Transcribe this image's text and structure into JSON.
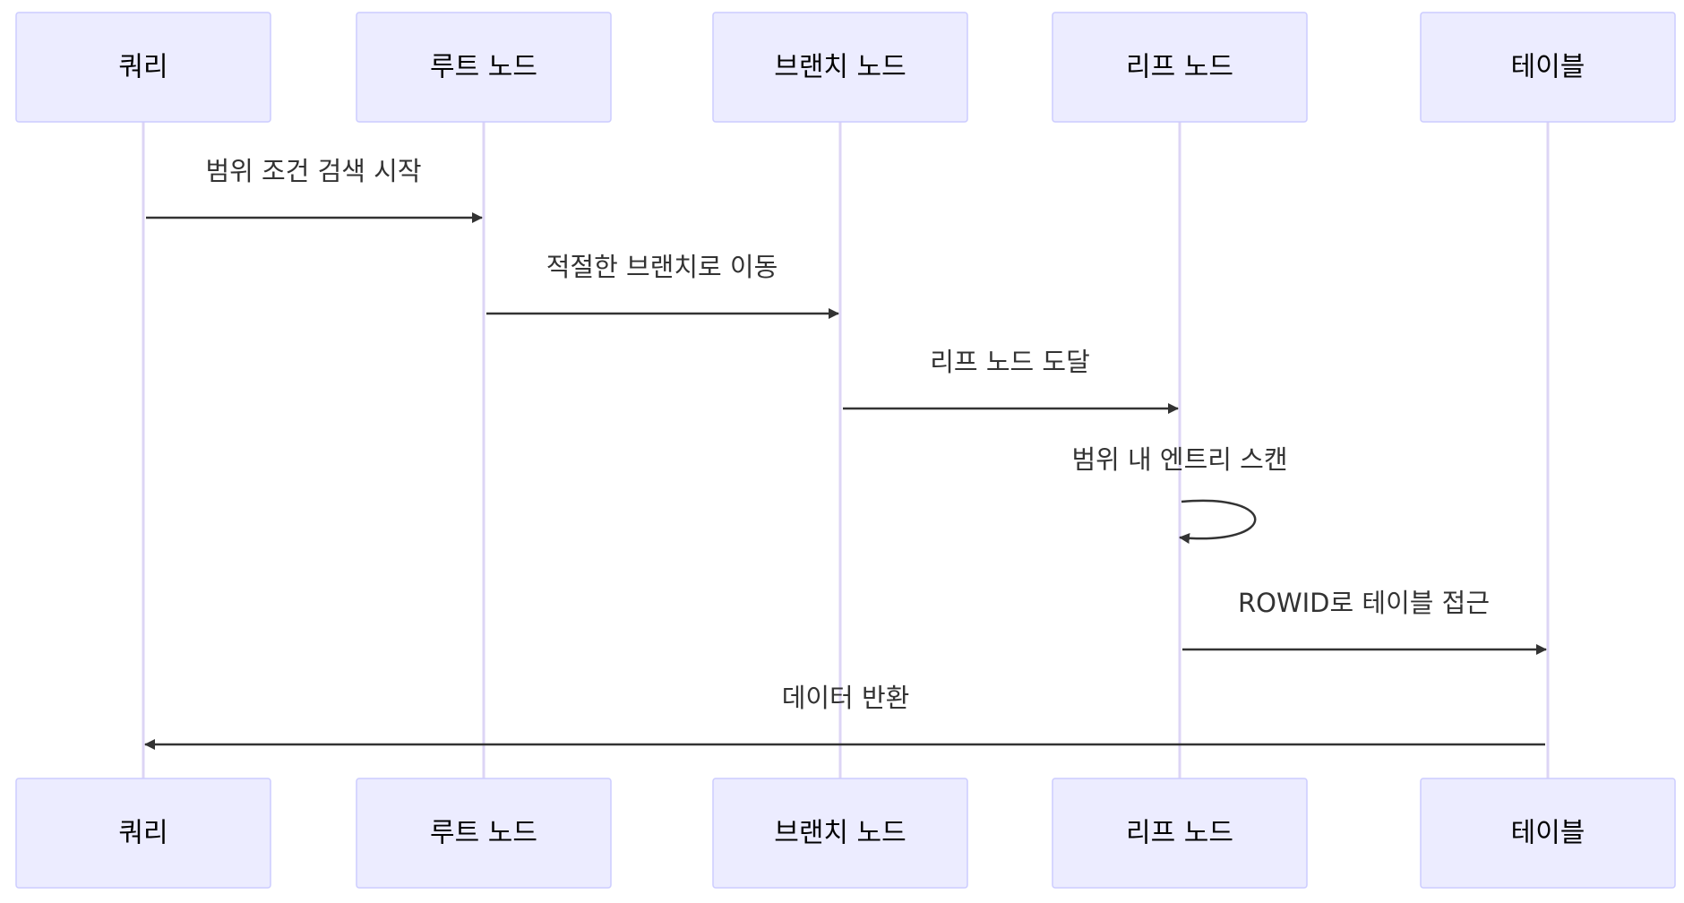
{
  "participants": [
    {
      "id": "query",
      "label": "쿼리"
    },
    {
      "id": "root",
      "label": "루트 노드"
    },
    {
      "id": "branch",
      "label": "브랜치 노드"
    },
    {
      "id": "leaf",
      "label": "리프 노드"
    },
    {
      "id": "table",
      "label": "테이블"
    }
  ],
  "messages": [
    {
      "from": "query",
      "to": "root",
      "label": "범위 조건 검색 시작"
    },
    {
      "from": "root",
      "to": "branch",
      "label": "적절한 브랜치로 이동"
    },
    {
      "from": "branch",
      "to": "leaf",
      "label": "리프 노드 도달"
    },
    {
      "from": "leaf",
      "to": "leaf",
      "label": "범위 내 엔트리 스캔"
    },
    {
      "from": "leaf",
      "to": "table",
      "label": "ROWID로 테이블 접근"
    },
    {
      "from": "table",
      "to": "query",
      "label": "데이터 반환"
    }
  ],
  "colors": {
    "actor_fill": "#ECECFF",
    "actor_stroke": "#CCCCFF",
    "lifeline": "#DDD5F5",
    "message_line": "#333333"
  }
}
